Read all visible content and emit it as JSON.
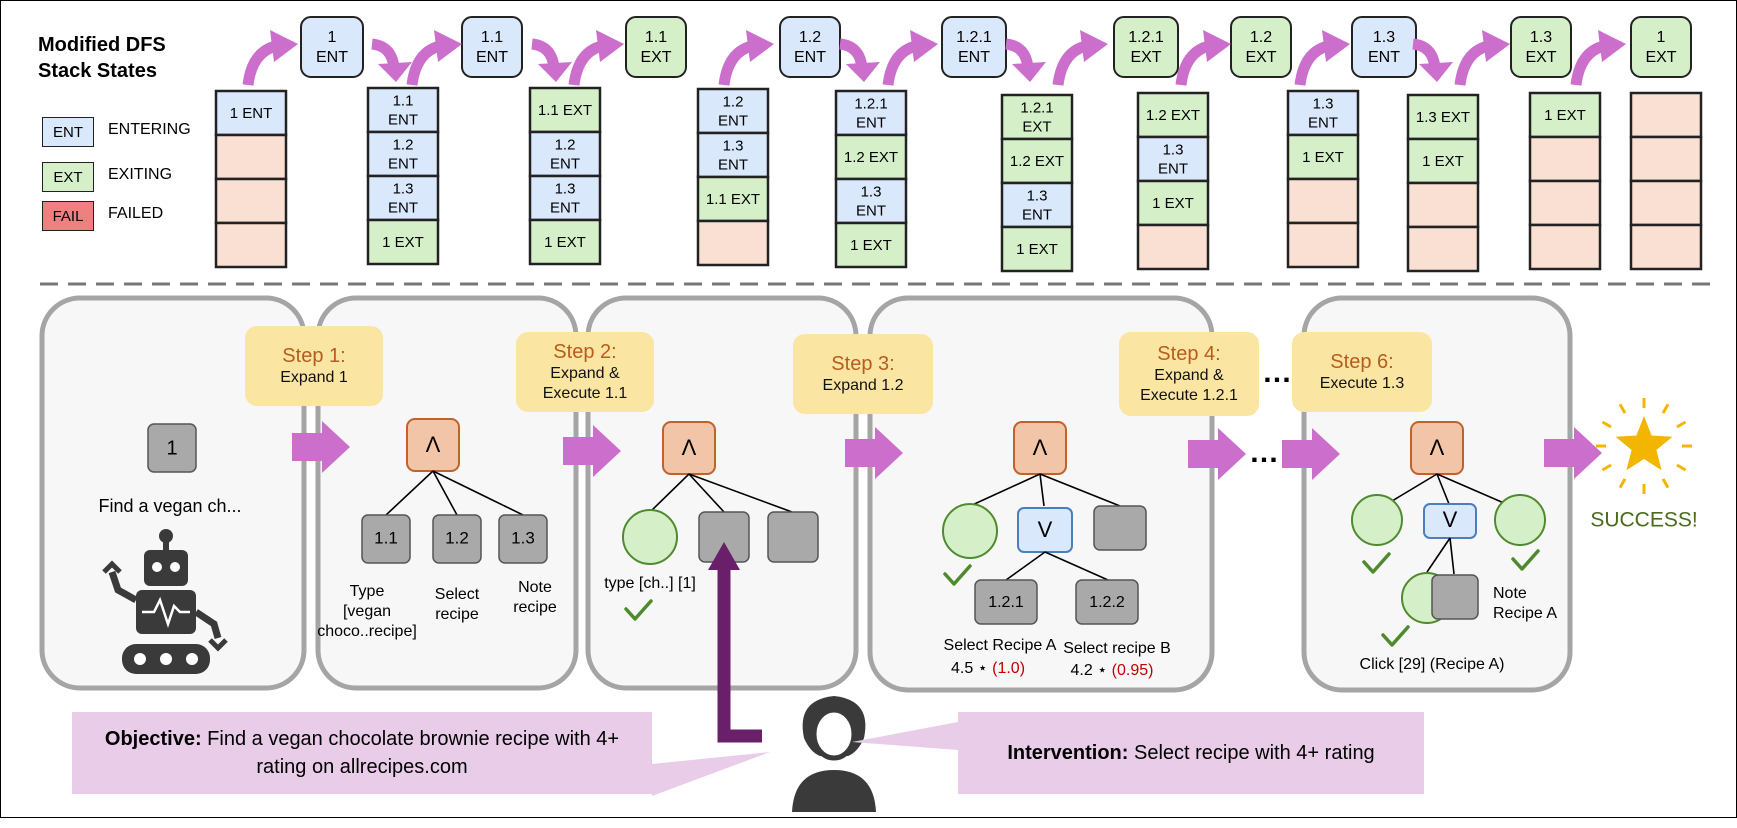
{
  "legend": {
    "title_line1": "Modified DFS",
    "title_line2": "Stack States",
    "items": [
      {
        "tag": "ENT",
        "label": "ENTERING",
        "color": "#dae8fc"
      },
      {
        "tag": "EXT",
        "label": "EXITING",
        "color": "#d5f0c8"
      },
      {
        "tag": "FAIL",
        "label": "FAILED",
        "color": "#f08080"
      }
    ]
  },
  "colors": {
    "ent": "#dae8fc",
    "ext": "#d5f0c8",
    "empty": "#f9e0d2",
    "arrow": "#cc6fcc",
    "step_bg": "#fbe5a3",
    "step_title": "#b85c1e",
    "panel_bg": "#f7f7f7",
    "panel_border": "#a5a5a5",
    "and_node": "#f2c4a8",
    "or_node": "#dae8fc",
    "done_node": "#d5f0c8",
    "gray_node": "#a9a9a9",
    "check": "#4f8a2e",
    "human_arrow": "#6a1f6a",
    "callout": "#e8cce8",
    "success": "#4a6b1a",
    "score_red": "#c00000"
  },
  "stack_ops": [
    {
      "line1": "1",
      "line2": "ENT",
      "kind": "ent"
    },
    {
      "line1": "1.1",
      "line2": "ENT",
      "kind": "ent"
    },
    {
      "line1": "1.1",
      "line2": "EXT",
      "kind": "ext"
    },
    {
      "line1": "1.2",
      "line2": "ENT",
      "kind": "ent"
    },
    {
      "line1": "1.2.1",
      "line2": "ENT",
      "kind": "ent"
    },
    {
      "line1": "1.2.1",
      "line2": "EXT",
      "kind": "ext"
    },
    {
      "line1": "1.2",
      "line2": "EXT",
      "kind": "ext"
    },
    {
      "line1": "1.3",
      "line2": "ENT",
      "kind": "ent"
    },
    {
      "line1": "1.3",
      "line2": "EXT",
      "kind": "ext"
    },
    {
      "line1": "1",
      "line2": "EXT",
      "kind": "ext"
    }
  ],
  "stacks": [
    [
      {
        "t": "1 ENT",
        "k": "ent"
      },
      {
        "t": "",
        "k": "empty"
      },
      {
        "t": "",
        "k": "empty"
      },
      {
        "t": "",
        "k": "empty"
      }
    ],
    [
      {
        "t": "1.1\nENT",
        "k": "ent"
      },
      {
        "t": "1.2\nENT",
        "k": "ent"
      },
      {
        "t": "1.3\nENT",
        "k": "ent"
      },
      {
        "t": "1 EXT",
        "k": "ext"
      }
    ],
    [
      {
        "t": "1.1 EXT",
        "k": "ext"
      },
      {
        "t": "1.2\nENT",
        "k": "ent"
      },
      {
        "t": "1.3\nENT",
        "k": "ent"
      },
      {
        "t": "1 EXT",
        "k": "ext"
      }
    ],
    [
      {
        "t": "1.2\nENT",
        "k": "ent"
      },
      {
        "t": "1.3\nENT",
        "k": "ent"
      },
      {
        "t": "1.1 EXT",
        "k": "ext"
      },
      {
        "t": "",
        "k": "empty"
      }
    ],
    [
      {
        "t": "1.2.1\nENT",
        "k": "ent"
      },
      {
        "t": "1.2 EXT",
        "k": "ext"
      },
      {
        "t": "1.3\nENT",
        "k": "ent"
      },
      {
        "t": "1 EXT",
        "k": "ext"
      }
    ],
    [
      {
        "t": "1.2.1\nEXT",
        "k": "ext"
      },
      {
        "t": "1.2 EXT",
        "k": "ext"
      },
      {
        "t": "1.3\nENT",
        "k": "ent"
      },
      {
        "t": "1 EXT",
        "k": "ext"
      }
    ],
    [
      {
        "t": "1.2 EXT",
        "k": "ext"
      },
      {
        "t": "1.3\nENT",
        "k": "ent"
      },
      {
        "t": "1 EXT",
        "k": "ext"
      },
      {
        "t": "",
        "k": "empty"
      }
    ],
    [
      {
        "t": "1.3\nENT",
        "k": "ent"
      },
      {
        "t": "1 EXT",
        "k": "ext"
      },
      {
        "t": "",
        "k": "empty"
      },
      {
        "t": "",
        "k": "empty"
      }
    ],
    [
      {
        "t": "1.3 EXT",
        "k": "ext"
      },
      {
        "t": "1 EXT",
        "k": "ext"
      },
      {
        "t": "",
        "k": "empty"
      },
      {
        "t": "",
        "k": "empty"
      }
    ],
    [
      {
        "t": "1 EXT",
        "k": "ext"
      },
      {
        "t": "",
        "k": "empty"
      },
      {
        "t": "",
        "k": "empty"
      },
      {
        "t": "",
        "k": "empty"
      }
    ],
    [
      {
        "t": "",
        "k": "empty"
      },
      {
        "t": "",
        "k": "empty"
      },
      {
        "t": "",
        "k": "empty"
      },
      {
        "t": "",
        "k": "empty"
      }
    ]
  ],
  "steps": [
    {
      "title": "Step 1:",
      "desc": "Expand 1"
    },
    {
      "title": "Step 2:",
      "desc": "Expand &\nExecute 1.1"
    },
    {
      "title": "Step 3:",
      "desc": "Expand 1.2"
    },
    {
      "title": "Step 4:",
      "desc": "Expand &\nExecute 1.2.1"
    },
    {
      "title": "Step 6:",
      "desc": "Execute 1.3"
    }
  ],
  "panel1": {
    "node": "1",
    "task": "Find a vegan ch..."
  },
  "panel2": {
    "and": "Λ",
    "children": [
      "1.1",
      "1.2",
      "1.3"
    ],
    "labels": [
      "Type\n[vegan\nchoco..recipe]",
      "Select\nrecipe",
      "Note\nrecipe"
    ]
  },
  "panel3": {
    "and": "Λ",
    "label": "type [ch..] [1]"
  },
  "panel4": {
    "and": "Λ",
    "or": "V",
    "grandchildren": [
      "1.2.1",
      "1.2.2"
    ],
    "labelA": "Select Recipe A",
    "ratingA": "4.5 ⋆",
    "scoreA": "(1.0)",
    "labelB": "Select recipe B",
    "ratingB": "4.2 ⋆",
    "scoreB": "(0.95)"
  },
  "panel5": {
    "and": "Λ",
    "or": "V",
    "note": "Note\nRecipe A",
    "click": "Click [29] (Recipe A)"
  },
  "ellipsis": "…",
  "success": "SUCCESS!",
  "objective": {
    "label": "Objective:",
    "text": "Find a vegan chocolate brownie recipe with 4+\nrating on allrecipes.com"
  },
  "intervention": {
    "label": "Intervention:",
    "text": "Select recipe with 4+ rating"
  }
}
